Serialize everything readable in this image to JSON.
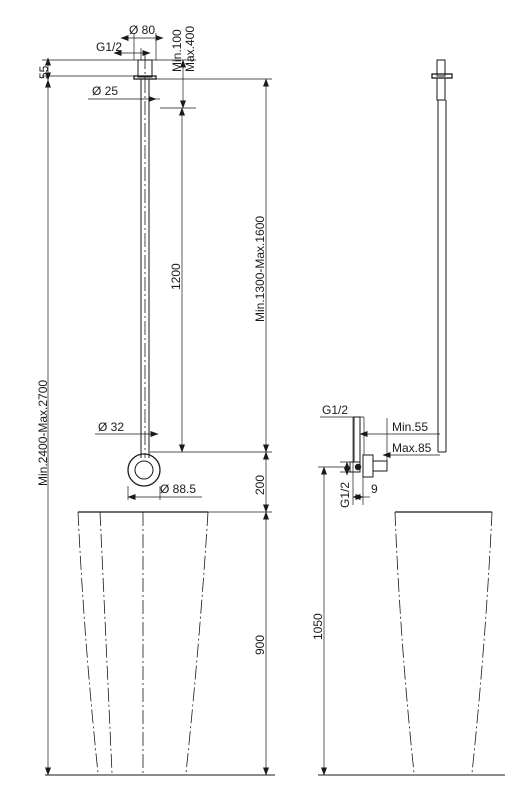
{
  "front_view": {
    "d80": "Ø 80",
    "g12_top": "G1/2",
    "min100": "Min.100",
    "max400": "Max.400",
    "d55": "55",
    "d25": "Ø 25",
    "height_total": "Min.2400-Max.2700",
    "height_ceiling": "Min.1300-Max.1600",
    "d1200": "1200",
    "d32": "Ø 32",
    "d88_5": "Ø 88.5",
    "d200": "200",
    "d900": "900"
  },
  "side_view": {
    "g12_a": "G1/2",
    "min55": "Min.55",
    "max85": "Max.85",
    "g12_b": "G1/2",
    "d9": "9",
    "d1050": "1050"
  }
}
